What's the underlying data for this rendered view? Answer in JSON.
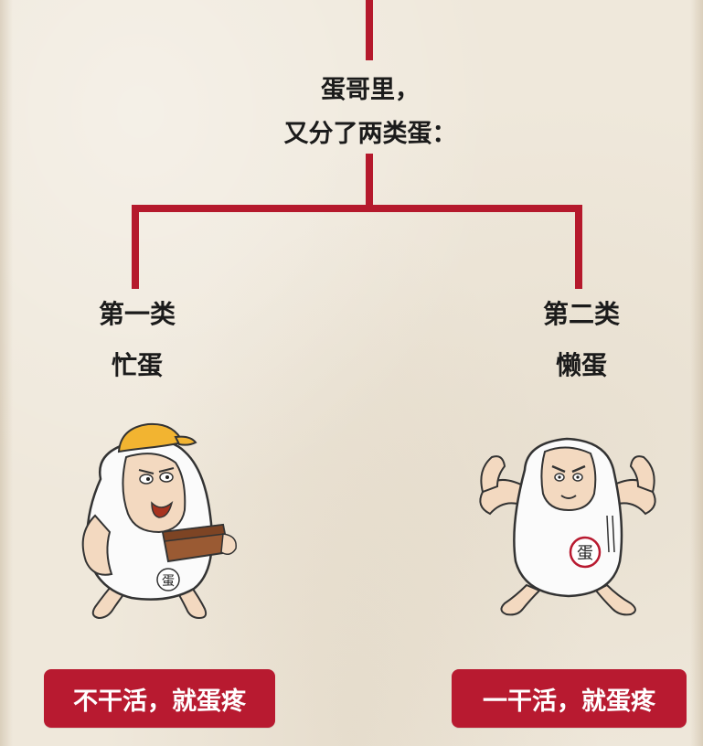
{
  "root": {
    "line1": "蛋哥里，",
    "line2": "又分了两类蛋："
  },
  "left": {
    "line1": "第一类",
    "line2": "忙蛋",
    "badge_char": "蛋",
    "banner": "不干活，就蛋疼"
  },
  "right": {
    "line1": "第二类",
    "line2": "懒蛋",
    "badge_char": "蛋",
    "banner": "一干活，就蛋疼"
  },
  "colors": {
    "accent": "#b81a30",
    "background": "#efe8db",
    "text": "#1b1b1b"
  }
}
